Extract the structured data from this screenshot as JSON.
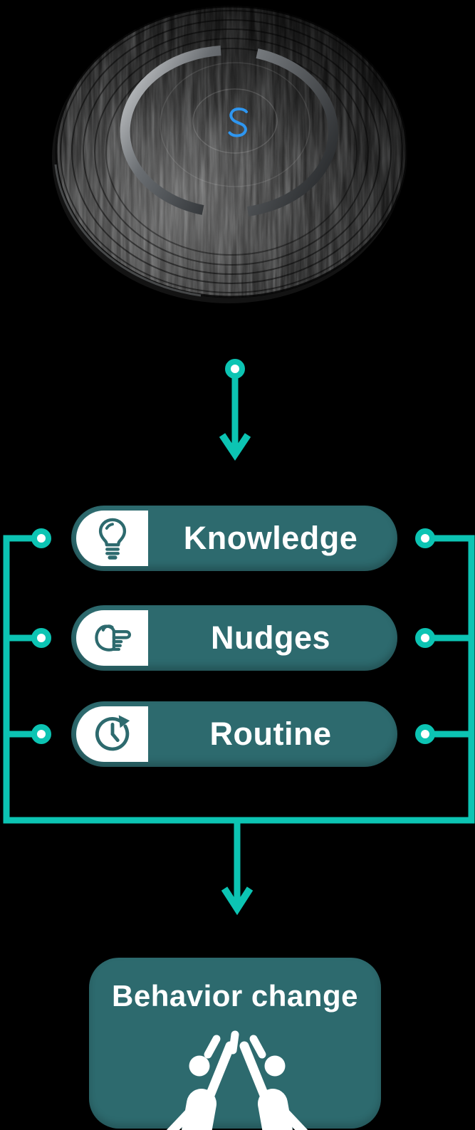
{
  "device": {
    "logo_letter": "S"
  },
  "factors": [
    {
      "label": "Knowledge",
      "icon": "lightbulb-icon"
    },
    {
      "label": "Nudges",
      "icon": "pointing-hand-icon"
    },
    {
      "label": "Routine",
      "icon": "clock-history-icon"
    }
  ],
  "outcome": {
    "label": "Behavior change",
    "icon": "high-five-icon"
  },
  "colors": {
    "background": "#000000",
    "accent_teal": "#0cc4b3",
    "panel_teal": "#2d6a6e",
    "text_white": "#ffffff",
    "logo_blue": "#2e96f0"
  }
}
